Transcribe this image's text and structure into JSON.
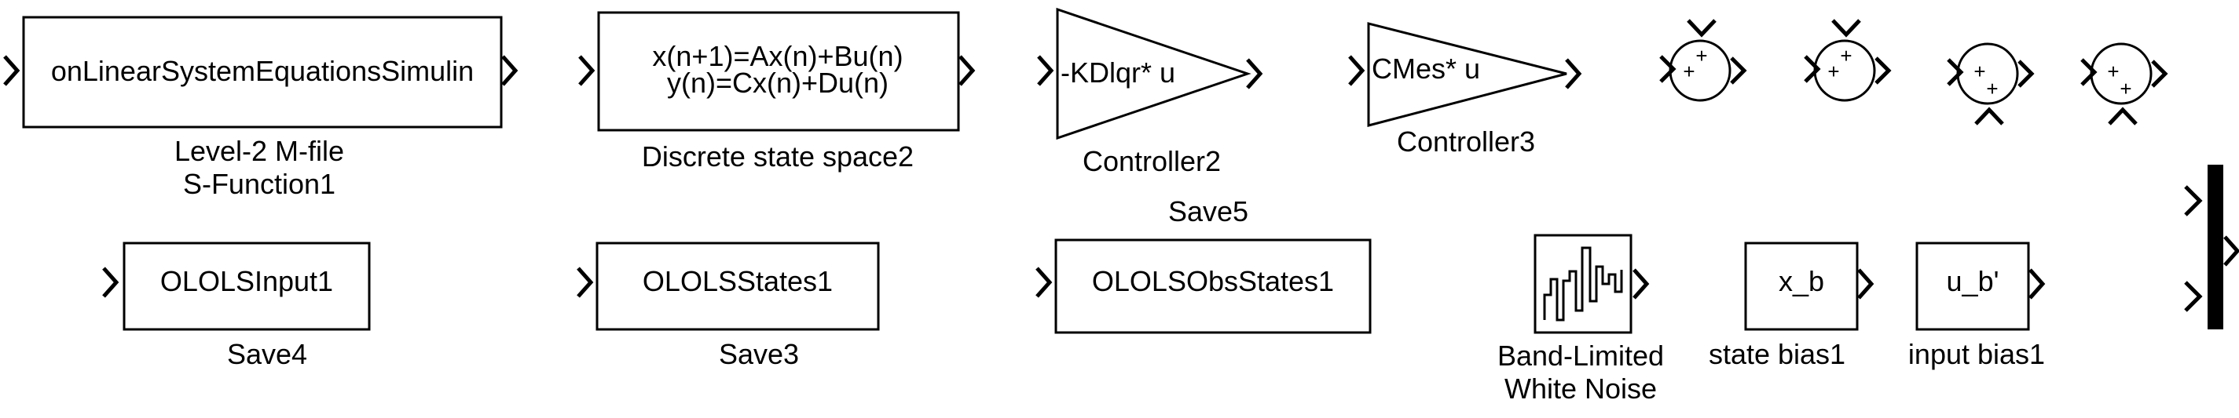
{
  "blocks": {
    "sfunction": {
      "inner": "onLinearSystemEquationsSimulin",
      "label_line1": "Level-2 M-file",
      "label_line2": "S-Function1"
    },
    "dss": {
      "inner_line1": "x(n+1)=Ax(n)+Bu(n)",
      "inner_line2": "y(n)=Cx(n)+Du(n)",
      "label": "Discrete state space2"
    },
    "controller2": {
      "inner": "-KDlqr* u",
      "label": "Controller2"
    },
    "controller3": {
      "inner": "CMes* u",
      "label": "Controller3"
    },
    "save5": {
      "label": "Save5"
    },
    "save4": {
      "inner": "OLOLSInput1",
      "label": "Save4"
    },
    "save3": {
      "inner": "OLOLSStates1",
      "label": "Save3"
    },
    "save5_block": {
      "inner": "OLOLSObsStates1"
    },
    "noise": {
      "label_line1": "Band-Limited",
      "label_line2": "White Noise"
    },
    "state_bias": {
      "inner": "x_b",
      "label": "state bias1"
    },
    "input_bias": {
      "inner": "u_b'",
      "label": "input bias1"
    },
    "sums": [
      {
        "signs": [
          "+",
          "+"
        ]
      },
      {
        "signs": [
          "+",
          "+"
        ]
      },
      {
        "signs": [
          "+",
          "+"
        ]
      },
      {
        "signs": [
          "+",
          "+"
        ]
      }
    ]
  }
}
